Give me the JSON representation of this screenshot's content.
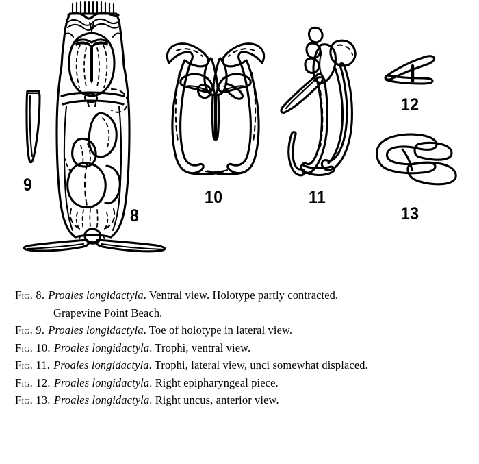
{
  "plate": {
    "background_color": "#ffffff",
    "ink_color": "#000000"
  },
  "figure_labels": [
    {
      "id": "fig-8-label",
      "text": "8"
    },
    {
      "id": "fig-9-label",
      "text": "9"
    },
    {
      "id": "fig-10-label",
      "text": "10"
    },
    {
      "id": "fig-11-label",
      "text": "11"
    },
    {
      "id": "fig-12-label",
      "text": "12"
    },
    {
      "id": "fig-13-label",
      "text": "13"
    }
  ],
  "captions": [
    {
      "fig": "Fig. 8.",
      "species": "Proales longidactyla",
      "description": ". Ventral view. Holotype partly contracted.",
      "continuation": "Grapevine Point Beach."
    },
    {
      "fig": "Fig. 9.",
      "species": "Proales longidactyla",
      "description": ". Toe of holotype in lateral view.",
      "continuation": ""
    },
    {
      "fig": "Fig. 10.",
      "species": "Proales longidactyla",
      "description": ". Trophi, ventral view.",
      "continuation": ""
    },
    {
      "fig": "Fig. 11.",
      "species": "Proales longidactyla",
      "description": ". Trophi, lateral view, unci somewhat displaced.",
      "continuation": ""
    },
    {
      "fig": "Fig. 12.",
      "species": "Proales longidactyla",
      "description": ". Right epipharyngeal piece.",
      "continuation": ""
    },
    {
      "fig": "Fig. 13.",
      "species": "Proales longidactyla",
      "description": ". Right uncus, anterior view.",
      "continuation": ""
    }
  ],
  "subjects": {
    "fig8": "rotifer-ventral-habitus",
    "fig9": "toe-lateral",
    "fig10": "trophi-ventral",
    "fig11": "trophi-lateral",
    "fig12": "epipharyngeal-piece",
    "fig13": "uncus-anterior"
  }
}
